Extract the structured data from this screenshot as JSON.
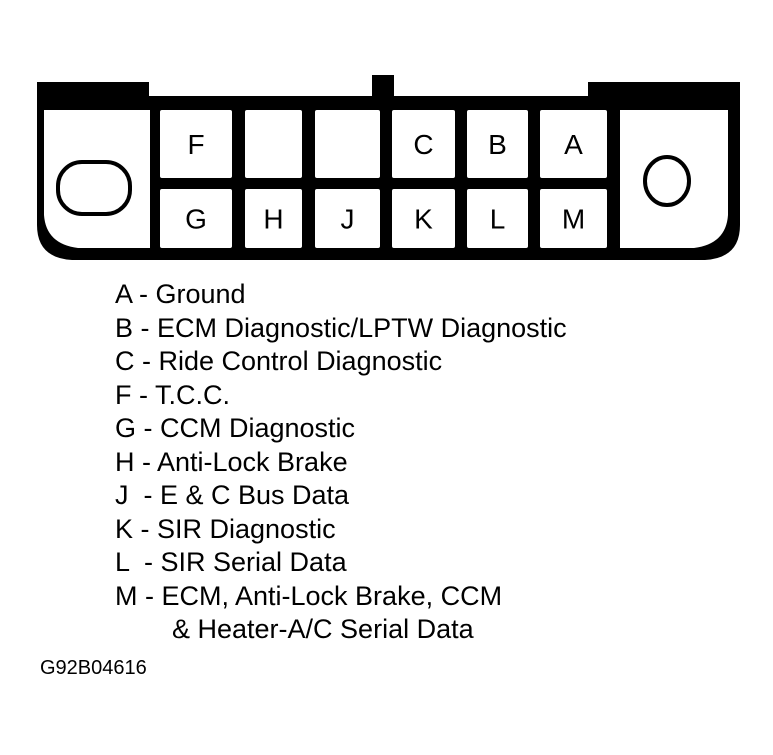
{
  "connector": {
    "top_row": [
      "F",
      "",
      "",
      "C",
      "B",
      "A"
    ],
    "bottom_row": [
      "G",
      "H",
      "J",
      "K",
      "L",
      "M"
    ]
  },
  "legend": [
    "A - Ground",
    "B - ECM Diagnostic/LPTW Diagnostic",
    "C - Ride Control Diagnostic",
    "F - T.C.C.",
    "G - CCM Diagnostic",
    "H - Anti-Lock Brake",
    "J  - E & C Bus Data",
    "K - SIR Diagnostic",
    "L  - SIR Serial Data",
    "M - ECM, Anti-Lock Brake, CCM",
    "& Heater-A/C Serial Data"
  ],
  "caption": "G92B04616"
}
